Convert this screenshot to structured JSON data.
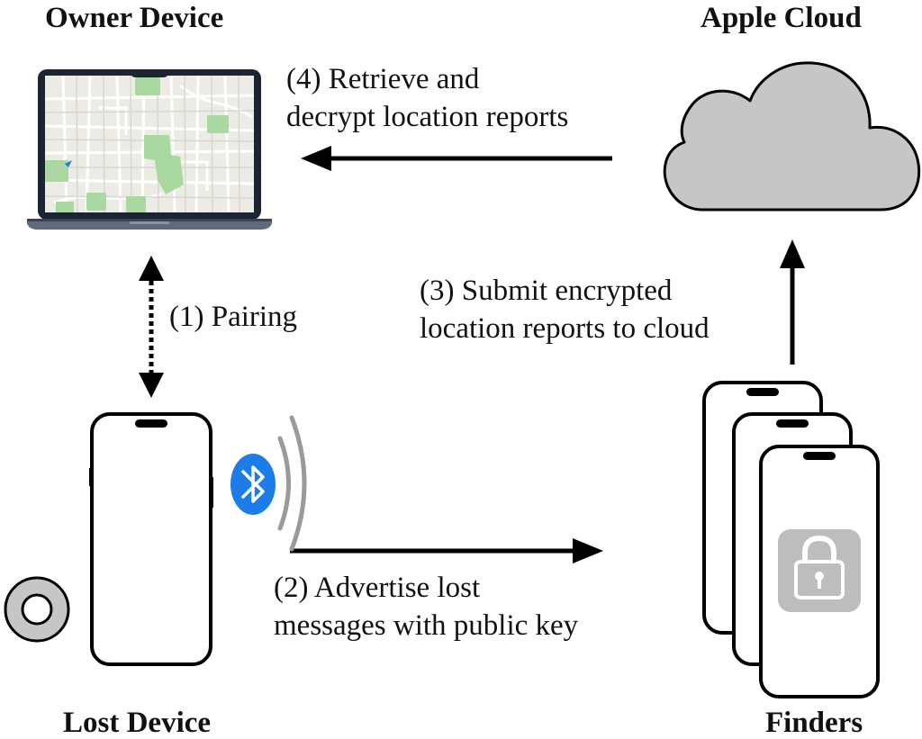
{
  "nodes": {
    "owner": {
      "label": "Owner Device"
    },
    "cloud": {
      "label": "Apple Cloud"
    },
    "lost": {
      "label": "Lost Device"
    },
    "finders": {
      "label": "Finders"
    }
  },
  "steps": [
    {
      "id": "pairing",
      "lines": [
        "(1) Pairing"
      ]
    },
    {
      "id": "advertise",
      "lines": [
        "(2) Advertise lost",
        "messages with public key"
      ]
    },
    {
      "id": "submit",
      "lines": [
        "(3) Submit encrypted",
        "location reports to cloud"
      ]
    },
    {
      "id": "retrieve",
      "lines": [
        "(4) Retrieve and",
        "decrypt location reports"
      ]
    }
  ],
  "colors": {
    "arrow": "#000000",
    "cloud_fill": "#c6c6c6",
    "map_bg": "#ecebe5",
    "map_park": "#a9d9a0",
    "bluetooth": "#1c7ce8",
    "lock_tile": "#bdbdbd"
  },
  "icons": [
    "laptop-map-icon",
    "cloud-icon",
    "phone-icon",
    "airtag-icon",
    "bluetooth-icon",
    "signal-waves-icon",
    "lock-icon"
  ]
}
